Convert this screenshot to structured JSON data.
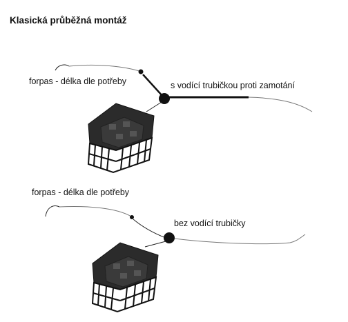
{
  "title": "Klasická průběžná montáž",
  "rig_top": {
    "leader_label": "forpas - délka dle potřeby",
    "tube_label": "s vodící trubičkou proti zamotání"
  },
  "rig_bottom": {
    "leader_label": "forpas - délka dle potřeby",
    "tube_label": "bez vodící trubičky"
  }
}
